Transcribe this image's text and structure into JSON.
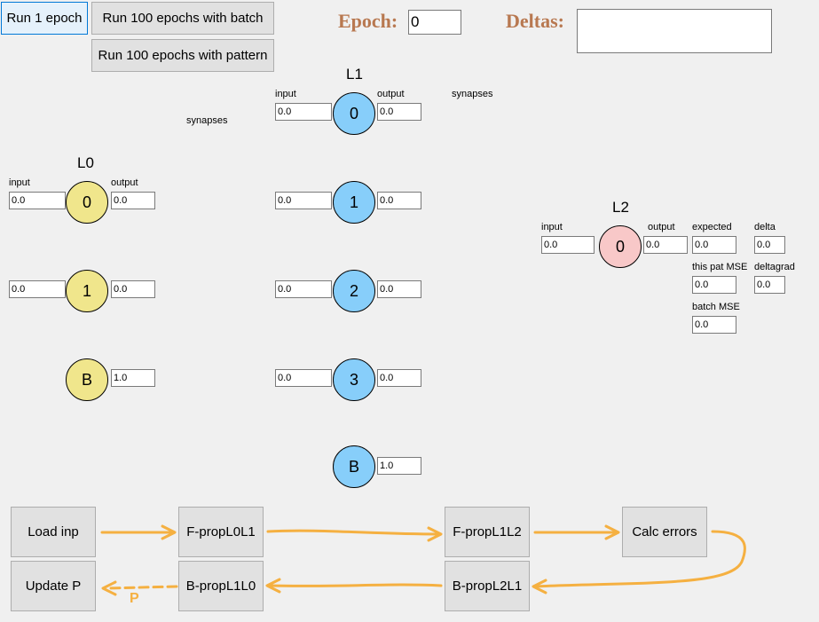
{
  "toolbar": {
    "run1": "Run 1 epoch",
    "run_batch": "Run 100 epochs with batch",
    "run_pattern": "Run 100 epochs with pattern"
  },
  "epoch": {
    "label": "Epoch:",
    "value": "0"
  },
  "deltas": {
    "label": "Deltas:",
    "value": ""
  },
  "labels": {
    "synapses": "synapses",
    "input": "input",
    "output": "output",
    "expected": "expected",
    "delta": "delta",
    "this_pat_mse": "this pat MSE",
    "deltagrad": "deltagrad",
    "batch_mse": "batch MSE"
  },
  "L0": {
    "title": "L0",
    "neurons": [
      {
        "id": "0",
        "input": "0.0",
        "output": "0.0"
      },
      {
        "id": "1",
        "input": "0.0",
        "output": "0.0"
      },
      {
        "id": "B",
        "output": "1.0"
      }
    ]
  },
  "L1": {
    "title": "L1",
    "neurons": [
      {
        "id": "0",
        "input": "0.0",
        "output": "0.0"
      },
      {
        "id": "1",
        "input": "0.0",
        "output": "0.0"
      },
      {
        "id": "2",
        "input": "0.0",
        "output": "0.0"
      },
      {
        "id": "3",
        "input": "0.0",
        "output": "0.0"
      },
      {
        "id": "B",
        "output": "1.0"
      }
    ]
  },
  "L2": {
    "title": "L2",
    "neuron": {
      "id": "0",
      "input": "0.0",
      "output": "0.0"
    },
    "expected": "0.0",
    "delta": "0.0",
    "this_pat_mse": "0.0",
    "deltagrad": "0.0",
    "batch_mse": "0.0"
  },
  "flow": {
    "load_inp": "Load inp",
    "fprop_l0l1": "F-propL0L1",
    "fprop_l1l2": "F-propL1L2",
    "calc_errors": "Calc errors",
    "update_p": "Update P",
    "bprop_l1l0": "B-propL1L0",
    "bprop_l2l1": "B-propL2L1",
    "annotation": "P"
  },
  "colors": {
    "arrow": "#f5b041",
    "title_text": "#b87850",
    "l0_neuron": "#f0e68c",
    "l1_neuron": "#87cefa",
    "l2_neuron": "#f8c8c8"
  }
}
